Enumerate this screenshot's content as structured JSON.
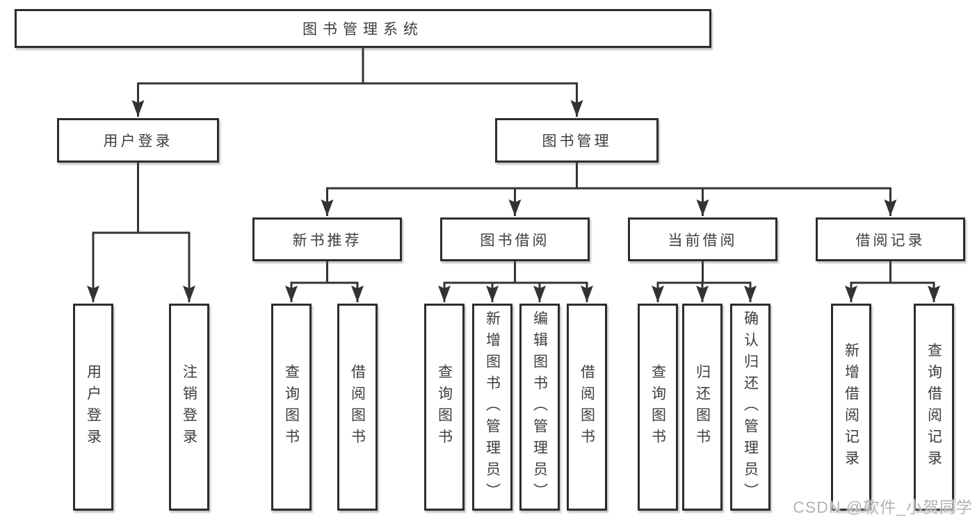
{
  "diagram": {
    "root_label": "图书管理系统",
    "level2": [
      {
        "label": "用户登录",
        "leaves": [
          "用户登录",
          "注销登录"
        ]
      },
      {
        "label": "图书管理",
        "groups": [
          {
            "label": "新书推荐",
            "leaves": [
              "查询图书",
              "借阅图书"
            ]
          },
          {
            "label": "图书借阅",
            "leaves": [
              "查询图书",
              "新增图书（管理员）",
              "编辑图书（管理员）",
              "借阅图书"
            ]
          },
          {
            "label": "当前借阅",
            "leaves": [
              "查询图书",
              "归还图书",
              "确认归还（管理员）"
            ]
          },
          {
            "label": "借阅记录",
            "leaves": [
              "新增借阅记录",
              "查询借阅记录"
            ]
          }
        ]
      }
    ]
  },
  "watermark": "CSDN @软件_小贺同学",
  "colors": {
    "line": "#333333",
    "box_border": "#2d2d2d",
    "text": "#3d3d3d",
    "watermark": "#b3b3b3",
    "background": "#ffffff"
  }
}
